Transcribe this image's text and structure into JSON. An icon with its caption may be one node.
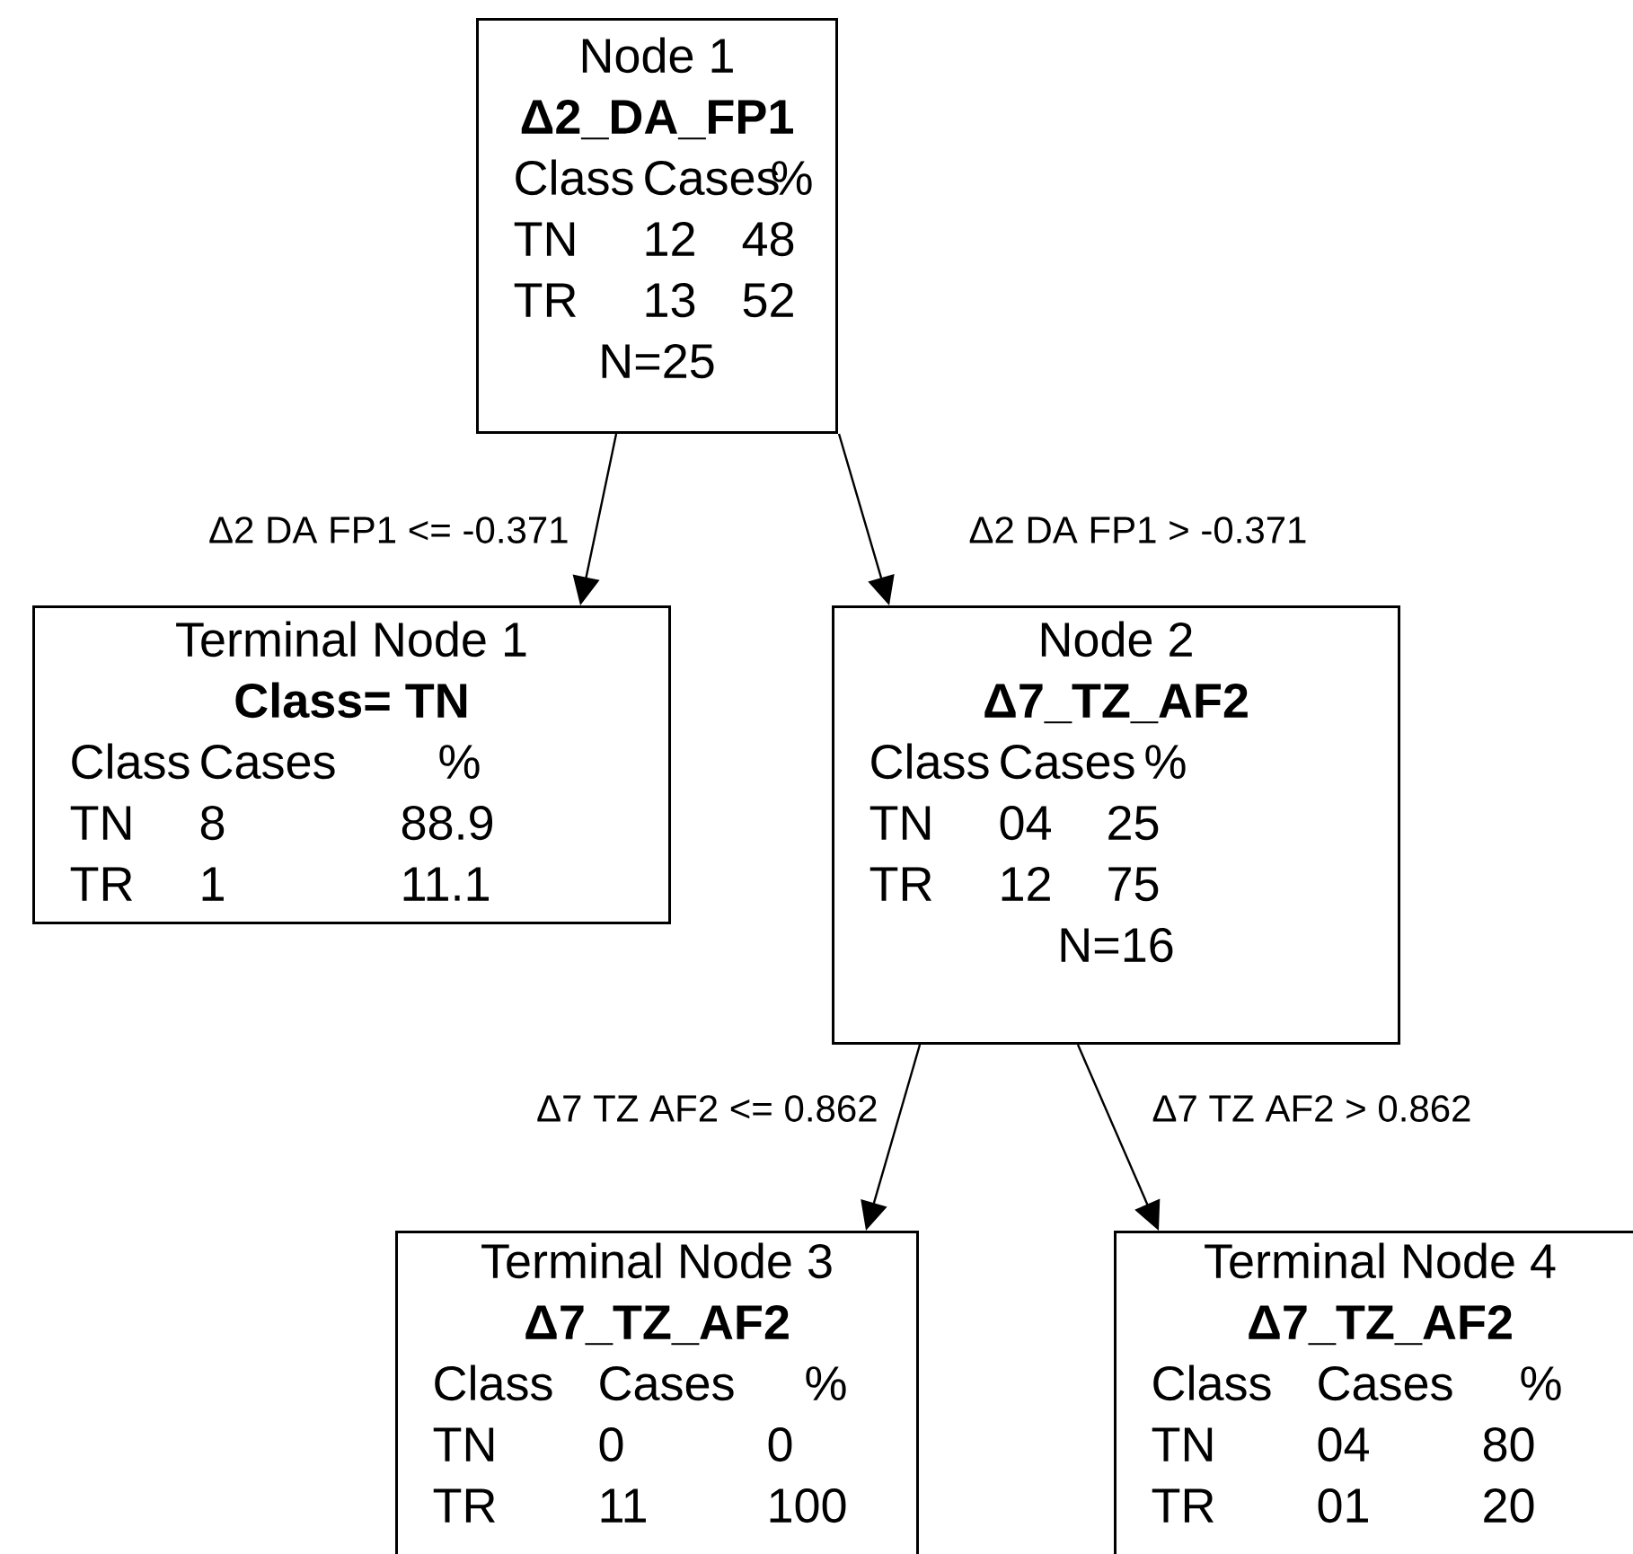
{
  "diagram": {
    "nodes": [
      {
        "text": [
          "Node 1",
          "Δ2_DA_FP1",
          "Class",
          "Cases",
          "%",
          "TN",
          "12",
          "48",
          "TR",
          "13",
          "52",
          "N=25"
        ]
      },
      {
        "text": [
          "Terminal Node 1",
          "Class= TN",
          "Class",
          "Cases",
          "%",
          "TN",
          "8",
          "88.9",
          "TR",
          "1",
          "11.1"
        ]
      },
      {
        "text": [
          "Node 2",
          "Δ7_TZ_AF2",
          "Class",
          "Cases",
          "%",
          "TN",
          "04",
          "25",
          "TR",
          "12",
          "75",
          "N=16"
        ]
      },
      {
        "text": [
          "Terminal Node 3",
          "Δ7_TZ_AF2",
          "Class",
          "Cases",
          "%",
          "TN",
          "0",
          "0",
          "TR",
          "11",
          "100"
        ]
      },
      {
        "text": [
          "Terminal Node 4",
          "Δ7_TZ_AF2",
          "Class",
          "Cases",
          "%",
          "TN",
          "04",
          "80",
          "TR",
          "01",
          "20"
        ]
      }
    ],
    "edges": [
      {
        "from": 0,
        "to": 1,
        "arrow": "to",
        "label": "Δ2 DA FP1 <= -0.371"
      },
      {
        "from": 0,
        "to": 2,
        "arrow": "to",
        "label": "Δ2 DA FP1 > -0.371"
      },
      {
        "from": 2,
        "to": 3,
        "arrow": "to",
        "label": "Δ7 TZ AF2 <= 0.862"
      },
      {
        "from": 2,
        "to": 4,
        "arrow": "to",
        "label": "Δ7 TZ AF2 > 0.862"
      }
    ]
  }
}
